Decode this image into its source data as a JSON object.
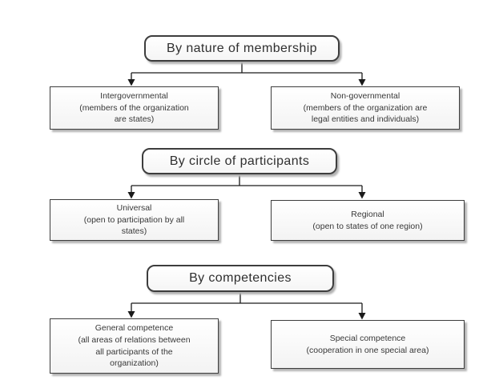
{
  "diagram": {
    "trees": [
      {
        "header": "By nature of membership",
        "children": [
          {
            "text": "Intergovernmental\n(members of the organization\nare states)"
          },
          {
            "text": "Non-governmental\n(members of the organization are\nlegal entities and individuals)"
          }
        ]
      },
      {
        "header": "By circle of participants",
        "children": [
          {
            "text": "Universal\n(open to participation by all\nstates)"
          },
          {
            "text": "Regional\n(open to states of one region)"
          }
        ]
      },
      {
        "header": "By competencies",
        "children": [
          {
            "text": "General competence\n(all areas of relations between\nall participants of the\norganization)"
          },
          {
            "text": "Special competence\n(cooperation in one special area)"
          }
        ]
      }
    ],
    "colors": {
      "box_border": "#3d3d3d",
      "box_fill": "#ffffff",
      "box_shadow": "#b3b3b3",
      "connector_line": "#1a1a1a",
      "text": "#383838"
    }
  }
}
